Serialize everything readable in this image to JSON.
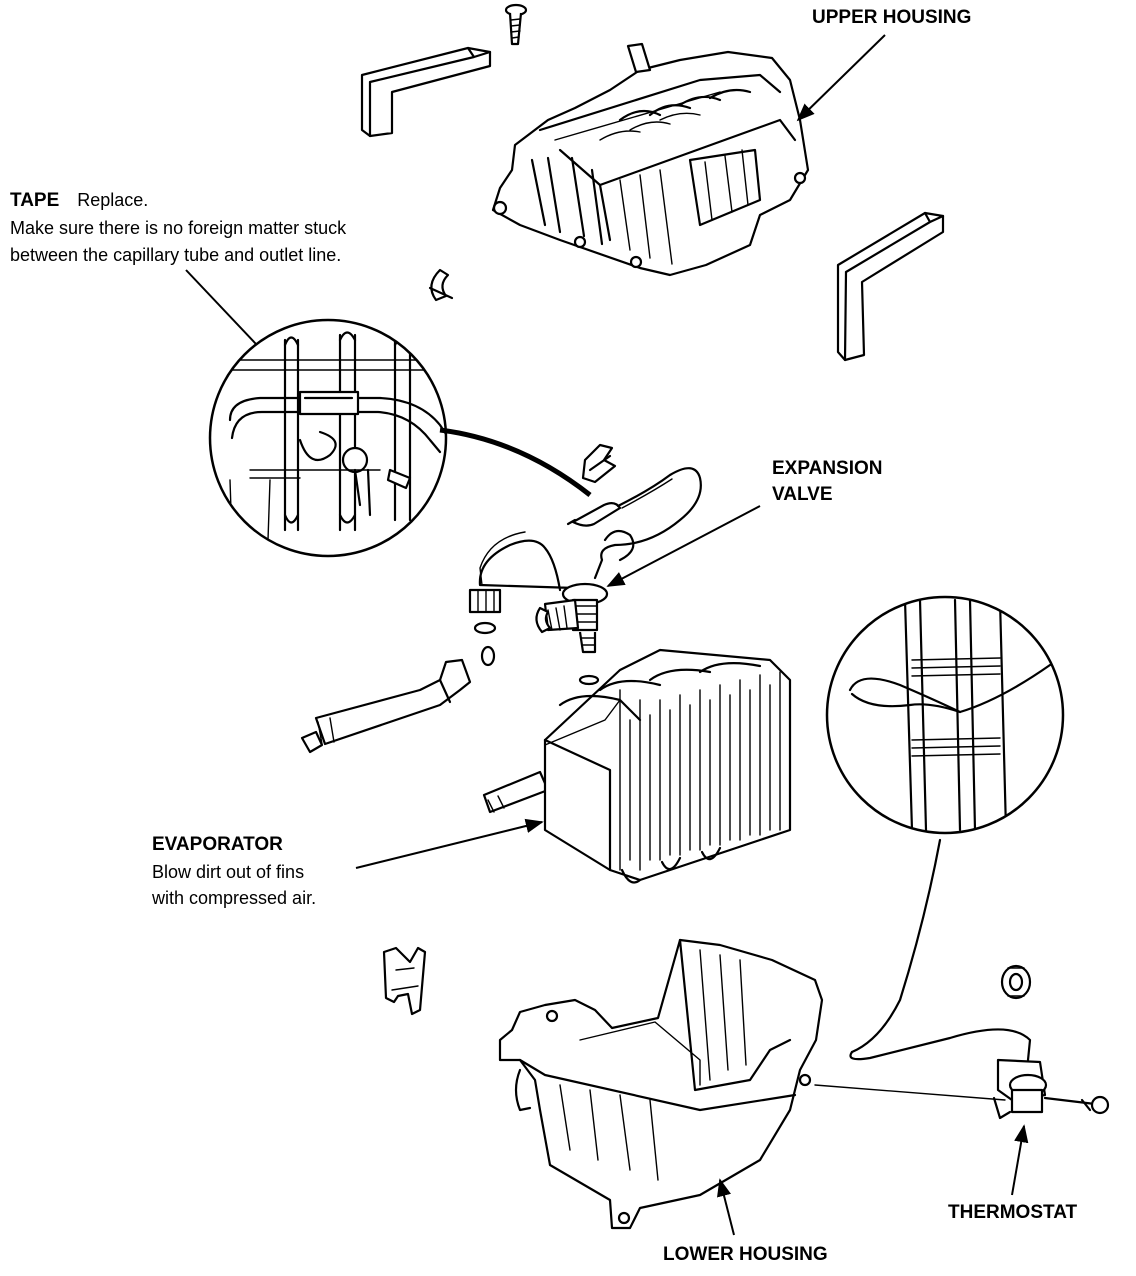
{
  "labels": {
    "upper_housing": "UPPER HOUSING",
    "tape_title": "TAPE",
    "tape_action": "Replace.",
    "tape_note_line1": "Make sure there is no foreign matter stuck",
    "tape_note_line2": "between the capillary tube and outlet line.",
    "expansion_valve_line1": "EXPANSION",
    "expansion_valve_line2": "VALVE",
    "evaporator_title": "EVAPORATOR",
    "evaporator_note_line1": "Blow dirt out of fins",
    "evaporator_note_line2": "with compressed air.",
    "thermostat": "THERMOSTAT",
    "lower_housing": "LOWER HOUSING"
  }
}
